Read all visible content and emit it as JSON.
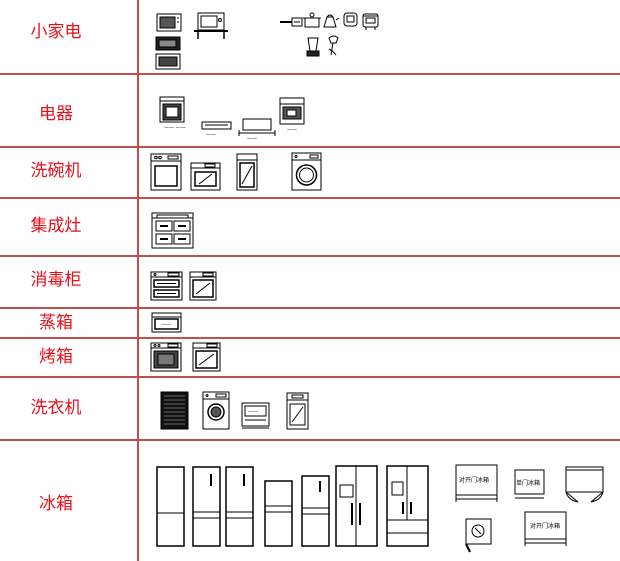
{
  "categories": [
    {
      "id": "small-appliance",
      "label": "小家电"
    },
    {
      "id": "appliance",
      "label": "电器"
    },
    {
      "id": "dishwasher",
      "label": "洗碗机"
    },
    {
      "id": "integrated-stove",
      "label": "集成灶"
    },
    {
      "id": "disinfection-cabinet",
      "label": "消毒柜"
    },
    {
      "id": "steamer",
      "label": "蒸箱"
    },
    {
      "id": "oven",
      "label": "烤箱"
    },
    {
      "id": "washing-machine",
      "label": "洗衣机"
    },
    {
      "id": "refrigerator",
      "label": "冰箱"
    }
  ],
  "fridge_tags": {
    "double_door": "对开门冰箱",
    "single_door": "单门冰箱"
  },
  "line_color": "#c0504d",
  "label_color": "#e8101a"
}
